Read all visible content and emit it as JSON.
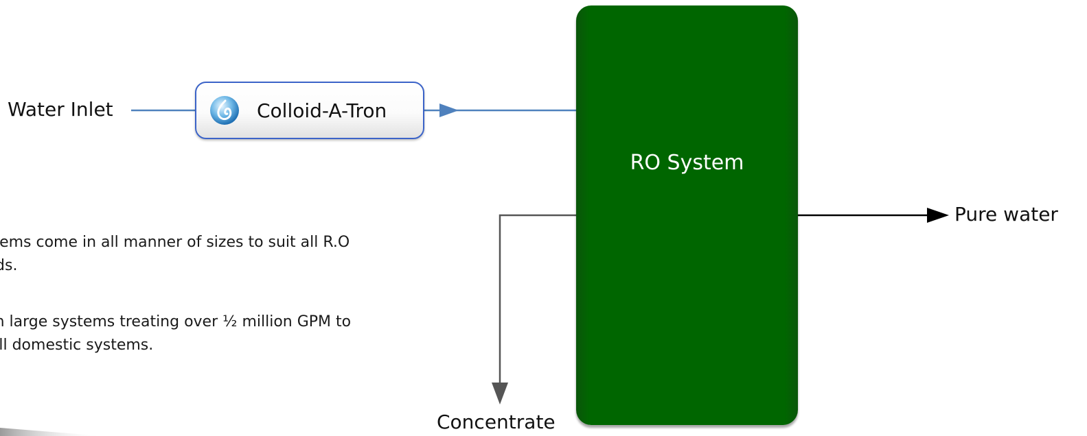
{
  "diagram": {
    "inlet_label": "Water Inlet",
    "device": {
      "label": "Colloid-A-Tron",
      "icon": "water-drop-logo-icon"
    },
    "ro_system_label": "RO System",
    "outlet_label": "Pure water",
    "concentrate_label": "Concentrate"
  },
  "notes": [
    {
      "line1": "Systems come in all manner of sizes to suit all R.O",
      "line2": "needs."
    },
    {
      "line1": "From large systems treating over ½ million GPM to",
      "line2": "small domestic systems."
    }
  ],
  "colors": {
    "ro_box": "#006600",
    "inlet_pipe": "#4f81bd",
    "device_border": "#3b63c8",
    "concentrate_pipe": "#555555",
    "outlet_pipe": "#000000"
  }
}
